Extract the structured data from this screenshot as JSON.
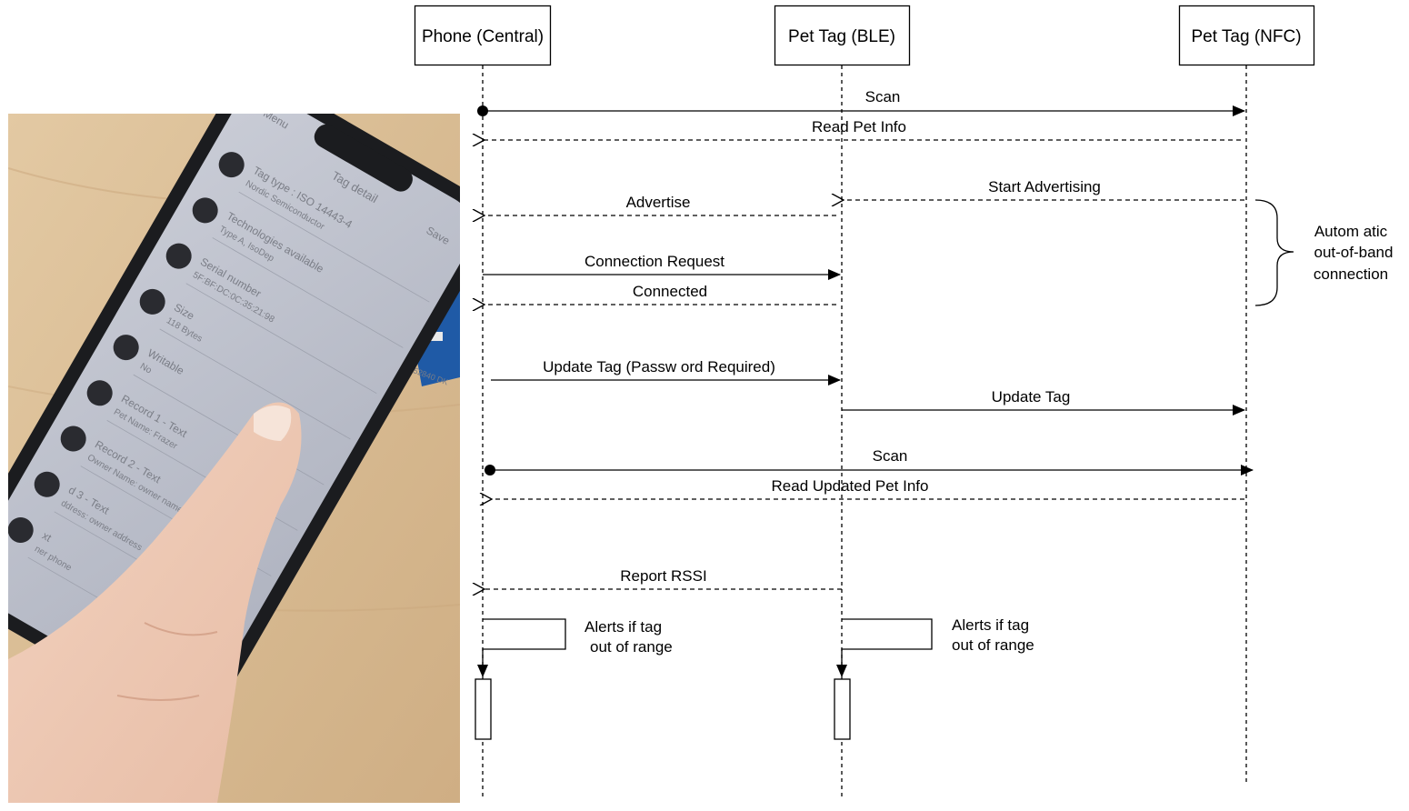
{
  "participants": [
    "Phone (Central)",
    "Pet Tag (BLE)",
    "Pet Tag (NFC)"
  ],
  "messages": {
    "scan_1": "Scan",
    "read_pet_info": "Read Pet Info",
    "start_advertising": "Start Advertising",
    "advertise": "Advertise",
    "connection_request": "Connection Request",
    "connected": "Connected",
    "update_tag_password": "Update Tag (Passw ord Required)",
    "update_tag": "Update Tag",
    "scan_2": "Scan",
    "read_updated_pet_info": "Read Updated Pet Info",
    "report_rssi": "Report RSSI"
  },
  "notes": {
    "phone_alert": [
      "Alerts if tag",
      "out of range"
    ],
    "ble_alert": [
      "Alerts if tag",
      "out of range"
    ],
    "oob": [
      "Autom atic",
      "out-of-band",
      "connection"
    ]
  },
  "phone_screen": {
    "nav_back": "< Menu",
    "title": "Tag detail",
    "save": "Save",
    "rows": [
      {
        "label": "Tag type : ISO 14443-4",
        "value": "Nordic Semiconductor"
      },
      {
        "label": "Technologies available",
        "value": "Type A, IsoDep"
      },
      {
        "label": "Serial number",
        "value": "5F:BF:DC:0C:35:21:98"
      },
      {
        "label": "Size",
        "value": "118 Bytes"
      },
      {
        "label": "Writable",
        "value": "No"
      },
      {
        "label": "Record 1 - Text",
        "value": "Pet Name: Frazer"
      },
      {
        "label": "Record 2 - Text",
        "value": "Owner Name: owner name"
      },
      {
        "label": "d 3 - Text",
        "value": "ddress: owner address"
      },
      {
        "label": "xt",
        "value": "ner phone"
      }
    ],
    "board_label": "52840 DK"
  }
}
